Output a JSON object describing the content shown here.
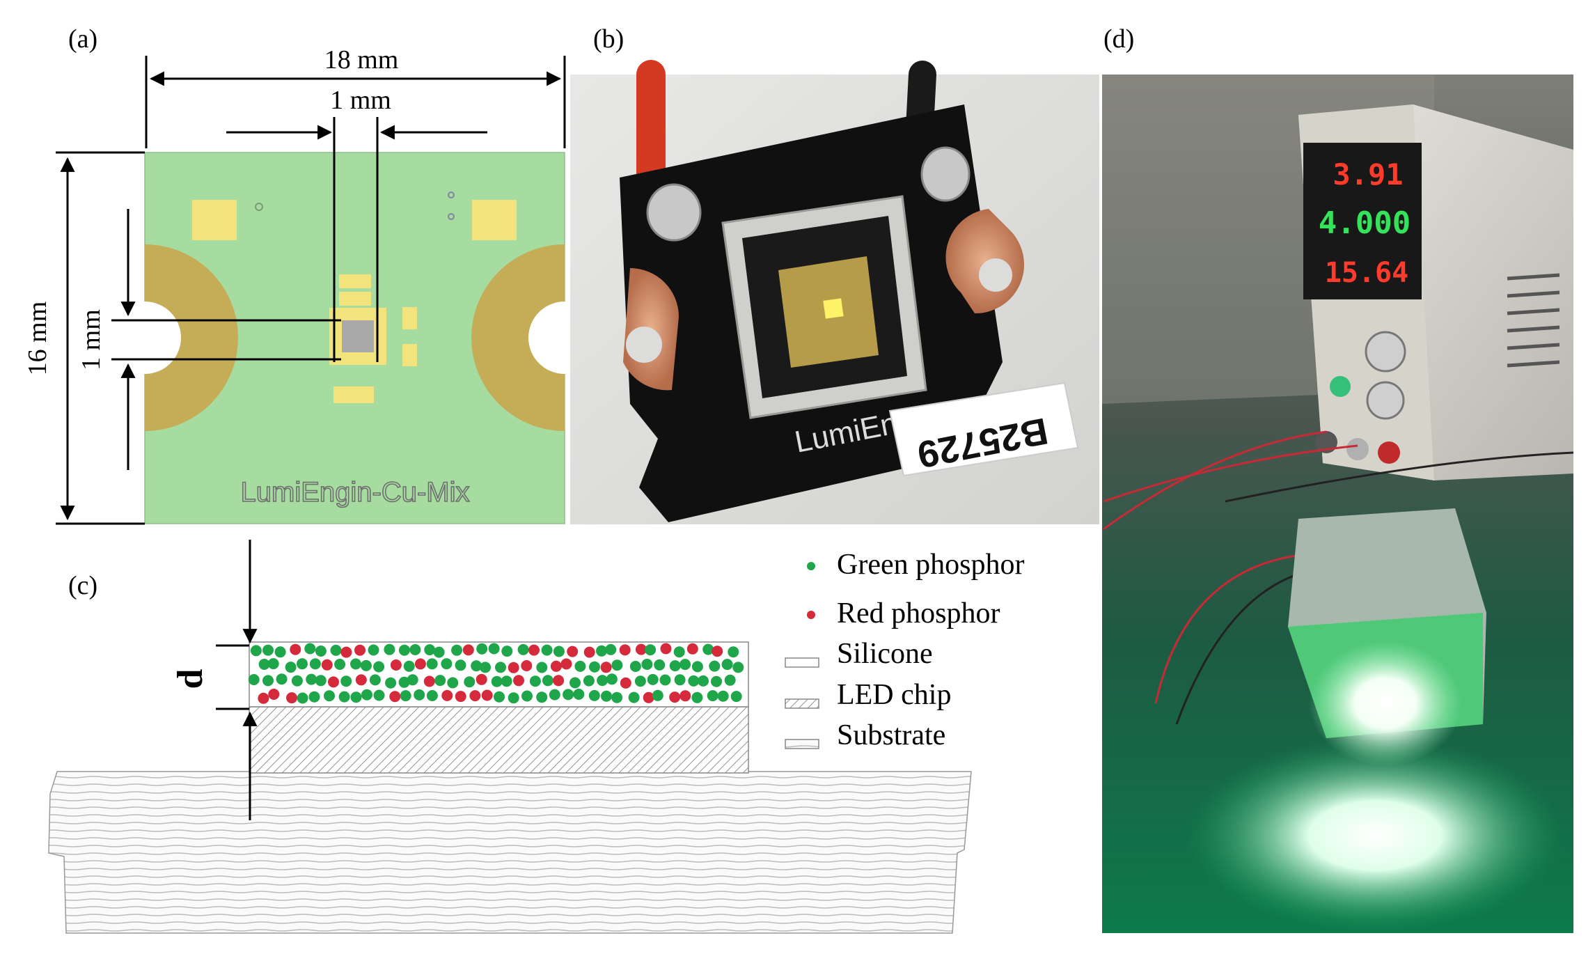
{
  "panels": {
    "a": {
      "label": "(a)",
      "width_dim": "18 mm",
      "chip_dim": "1 mm",
      "height_dim": "16 mm",
      "chip_height_dim": "1 mm",
      "board_text": "LumiEngin-Cu-Mix"
    },
    "b": {
      "label": "(b)",
      "board_text": "LumiEngin-C",
      "tag_text": "B25729"
    },
    "c": {
      "label": "(c)",
      "thickness_label": "d",
      "legend": [
        {
          "name": "Green phosphor",
          "color": "#1fa64a"
        },
        {
          "name": "Red phosphor",
          "color": "#d42a3c"
        },
        {
          "name": "Silicone"
        },
        {
          "name": "LED chip"
        },
        {
          "name": "Substrate"
        }
      ]
    },
    "d": {
      "label": "(d)",
      "display_voltage": "3.91",
      "display_current": "4.000",
      "display_power": "15.64"
    }
  },
  "colors": {
    "pcb_green": "#a7dca0",
    "pad_gold": "#c5ad57",
    "pad_yellow": "#f2e37d",
    "green_phosphor": "#1fa64a",
    "red_phosphor": "#d42a3c"
  }
}
